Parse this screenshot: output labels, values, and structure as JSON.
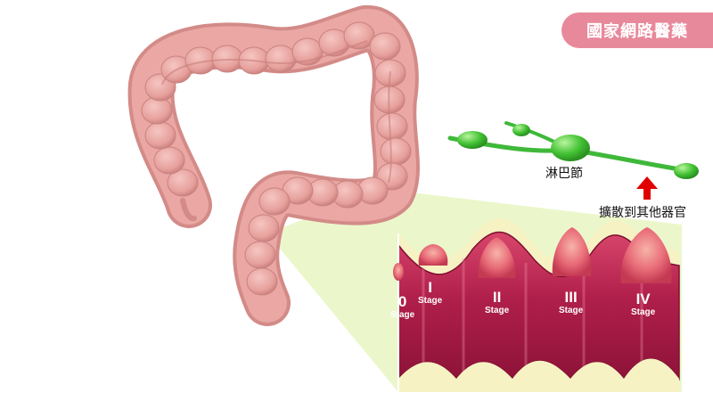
{
  "brand": {
    "text": "國家網路醫藥",
    "color": "#e8899b"
  },
  "labels": {
    "lymph_node": "淋巴節",
    "spread": "擴散到其他器官"
  },
  "stages": [
    {
      "numeral": "0",
      "word": "Stage"
    },
    {
      "numeral": "I",
      "word": "Stage"
    },
    {
      "numeral": "II",
      "word": "Stage"
    },
    {
      "numeral": "III",
      "word": "Stage"
    },
    {
      "numeral": "IV",
      "word": "Stage"
    }
  ],
  "colors": {
    "colon": "#e9a3a0",
    "wall": "#b5234f",
    "lining": "#f7f2c4",
    "tumor": "#e0556c",
    "lymph": "#4ecf3c",
    "arrow": "#e00000",
    "zoom": "#eaf7c8"
  }
}
